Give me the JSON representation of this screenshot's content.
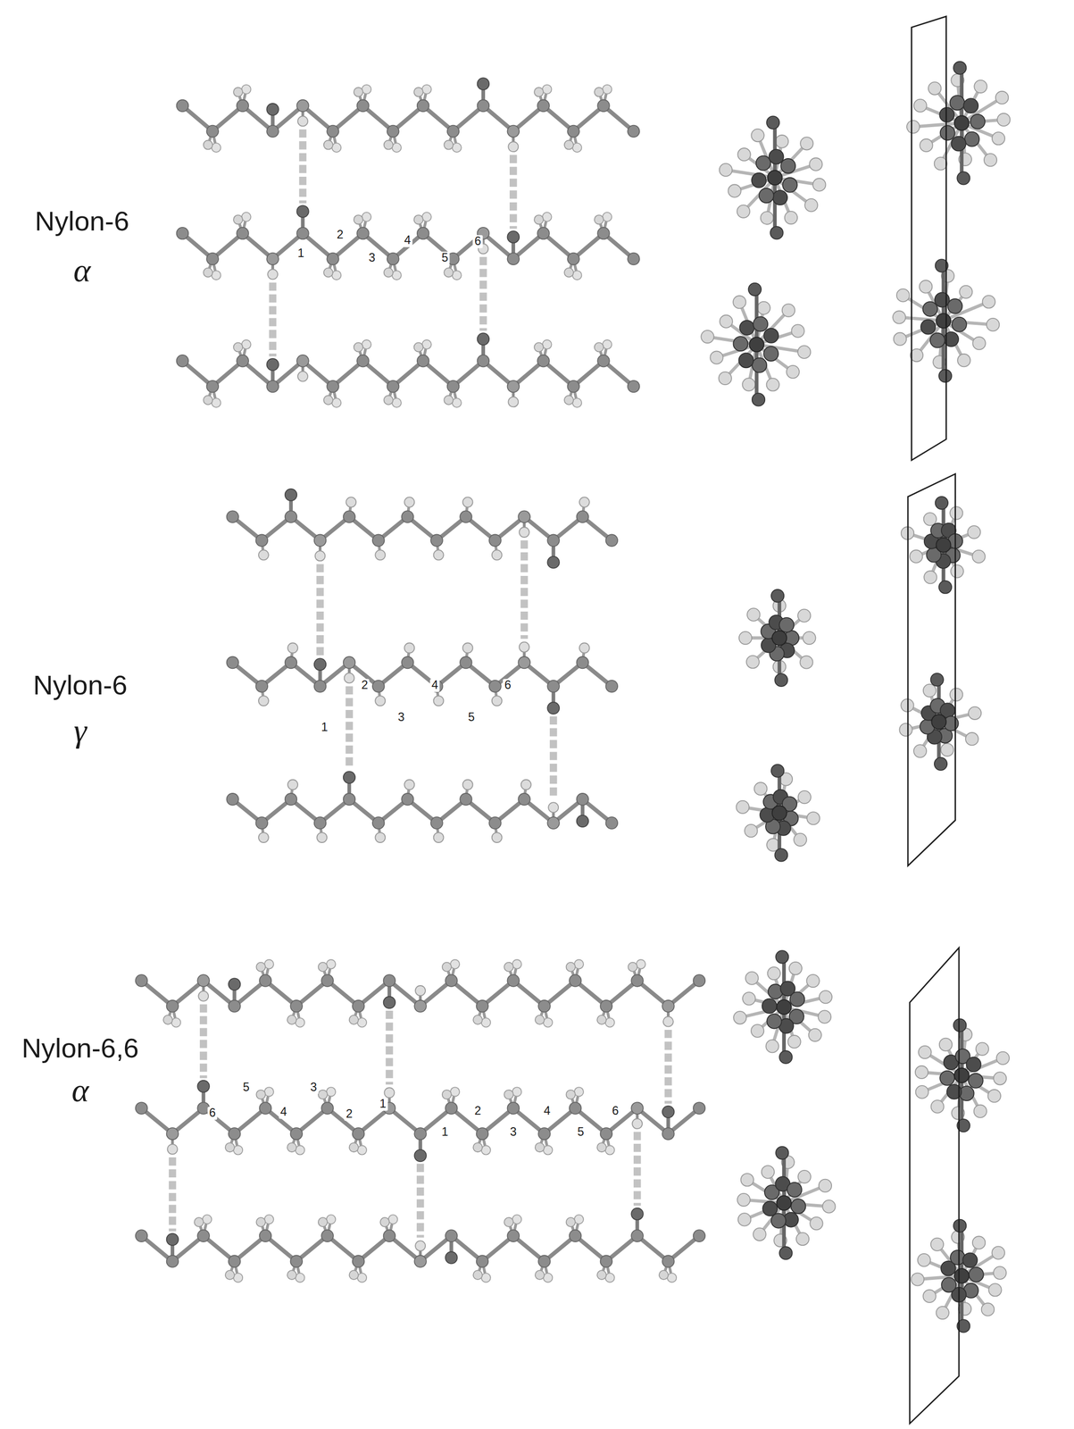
{
  "diagram": {
    "labels": [
      "Nylon-6",
      "α",
      "1",
      "2",
      "3",
      "4",
      "5",
      "6",
      "Nylon-6",
      "γ",
      "1",
      "2",
      "3",
      "4",
      "5",
      "6",
      "Nylon-6,6",
      "α",
      "6",
      "5",
      "4",
      "3",
      "2",
      "1",
      "1",
      "2",
      "3",
      "4",
      "5",
      "6"
    ]
  }
}
